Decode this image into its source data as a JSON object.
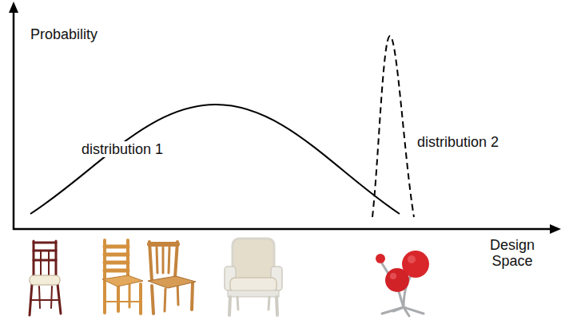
{
  "diagram": {
    "labels": [
      "Probability",
      "distribution 1",
      "distribution 2",
      "Design Space"
    ]
  }
}
